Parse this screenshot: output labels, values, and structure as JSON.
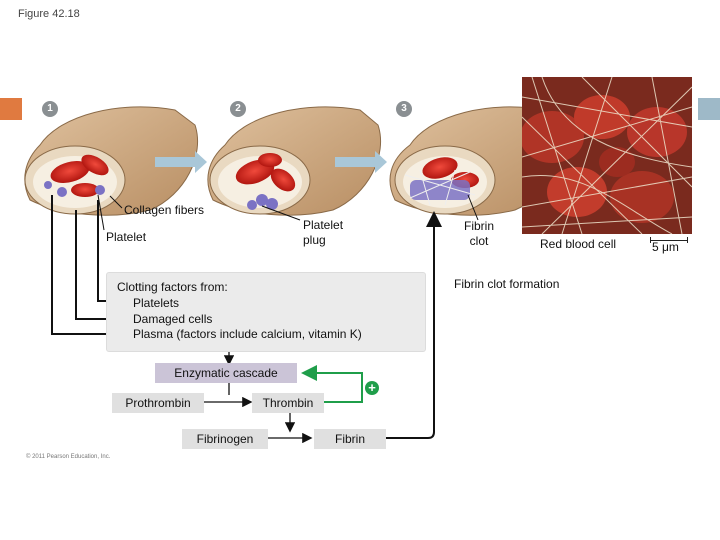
{
  "figure_label": "Figure 42.18",
  "copyright": "© 2011 Pearson Education, Inc.",
  "steps": [
    "1",
    "2",
    "3"
  ],
  "labels": {
    "collagen_fibers": "Collagen fibers",
    "platelet": "Platelet",
    "platelet_plug": "Platelet\nplug",
    "fibrin_clot": "Fibrin\nclot",
    "red_blood_cell": "Red blood cell",
    "scale": "5 μm",
    "fibrin_clot_formation": "Fibrin clot formation"
  },
  "clotting_factors": {
    "heading": "Clotting factors from:",
    "items": [
      "Platelets",
      "Damaged cells",
      "Plasma (factors include calcium, vitamin K)"
    ]
  },
  "cascade": {
    "enzymatic": "Enzymatic cascade",
    "prothrombin": "Prothrombin",
    "thrombin": "Thrombin",
    "fibrinogen": "Fibrinogen",
    "fibrin": "Fibrin",
    "feedback_sign": "+"
  },
  "colors": {
    "accent_orange": "#e07a40",
    "accent_blue": "#9eb9c8",
    "feedback_green": "#1f9e4a",
    "vessel_tan": "#c9a27a",
    "rbc_red": "#d42a20",
    "platelet_purple": "#7b72c4",
    "flow_arrow": "#a9c7d8"
  },
  "icons": [
    "vessel-illustration",
    "red-blood-cell",
    "platelet",
    "flow-arrow",
    "plus-sign",
    "micrograph"
  ]
}
